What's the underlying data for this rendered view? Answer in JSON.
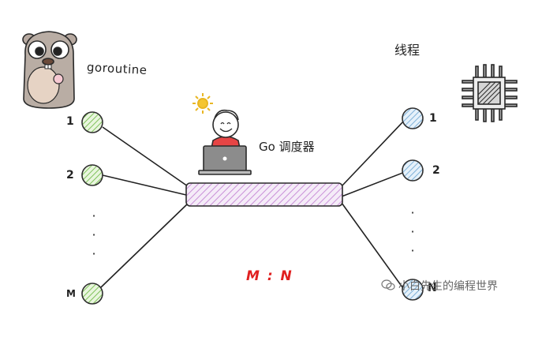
{
  "labels": {
    "goroutine": "goroutine",
    "thread": "线程",
    "scheduler": "Go 调度器",
    "ratio": "M : N",
    "left_numbers": [
      "1",
      "2",
      "M"
    ],
    "right_numbers": [
      "1",
      "2",
      "N"
    ],
    "dots": "·\n\n·\n\n·"
  },
  "watermark": {
    "text": "小白先生的编程世界",
    "icon": "wechat-icon"
  },
  "colors": {
    "goroutine_fill": "#bfe3a3",
    "goroutine_stroke": "#2e2e2e",
    "thread_fill": "#b8d7ee",
    "scheduler_fill": "#e3c6ec",
    "ratio": "#e02020",
    "sun": "#f4c531",
    "shirt": "#e64545"
  },
  "icons": {
    "gopher": "go-gopher-mascot",
    "cpu": "cpu-chip-icon",
    "developer": "developer-with-laptop",
    "sun": "sun-icon"
  }
}
